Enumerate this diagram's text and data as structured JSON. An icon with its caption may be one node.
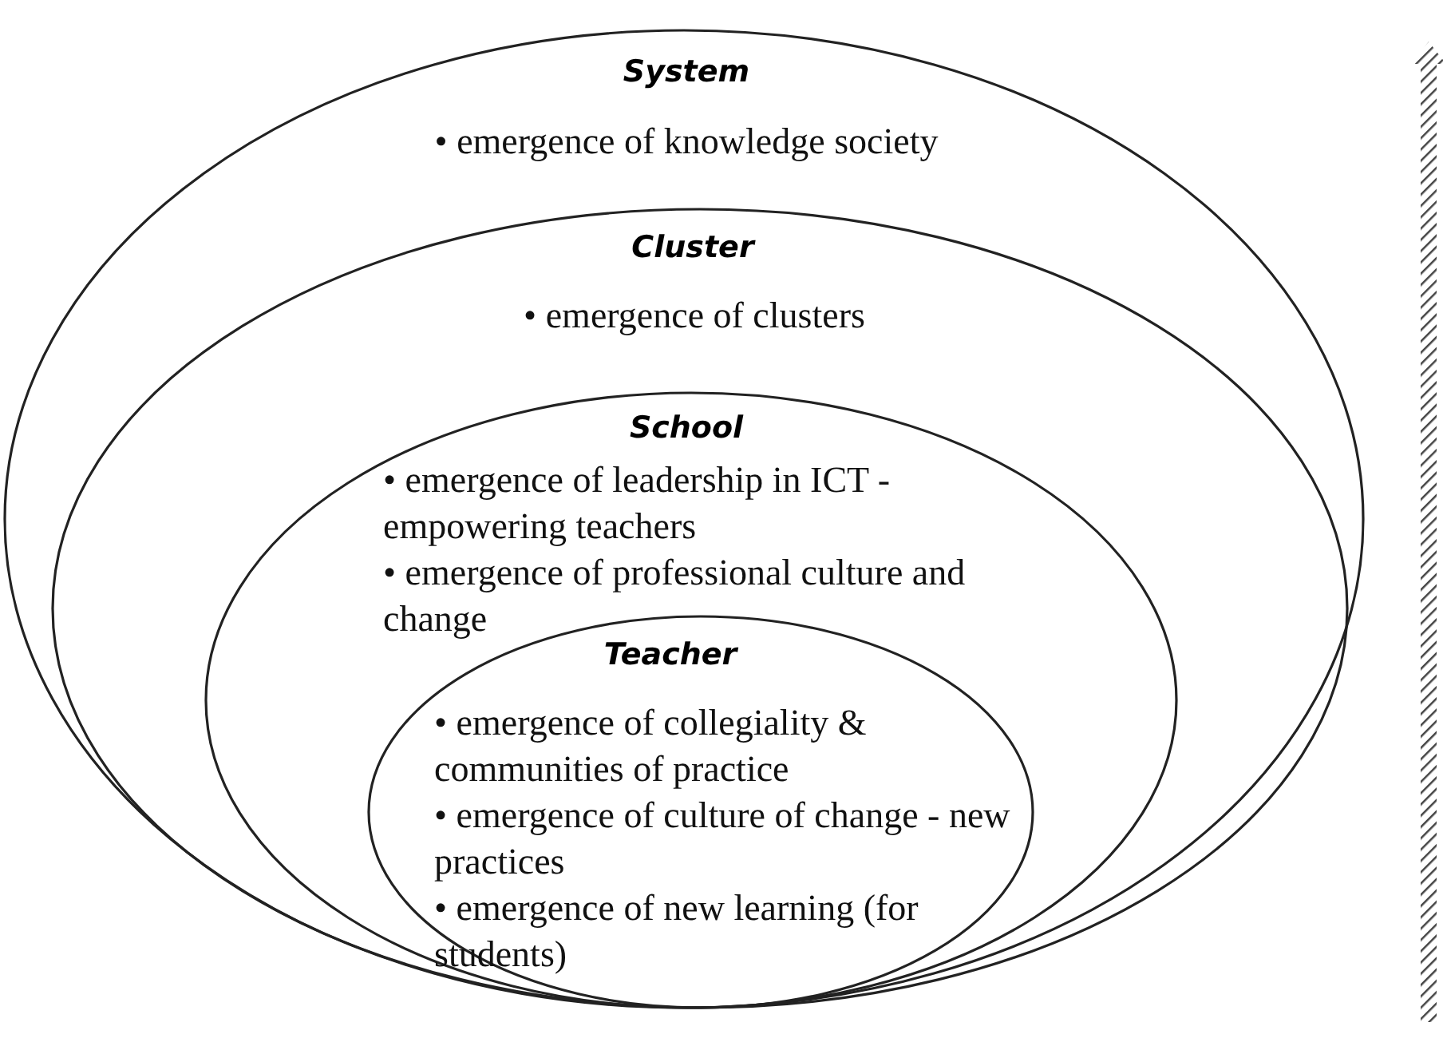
{
  "diagram": {
    "nodes": [
      {
        "text": [
          "System",
          "• emergence of knowledge society"
        ]
      },
      {
        "text": [
          "Cluster",
          "• emergence of clusters"
        ],
        "in": 0
      },
      {
        "text": [
          "School",
          "• emergence of leadership in ICT - empowering teachers",
          "• emergence of professional culture and change"
        ],
        "in": 1
      },
      {
        "text": [
          "Teacher",
          "• emergence of collegiality & communities of practice",
          "• emergence of culture of change - new practices",
          "• emergence of new learning (for students)"
        ],
        "in": 2
      }
    ],
    "edges": []
  }
}
